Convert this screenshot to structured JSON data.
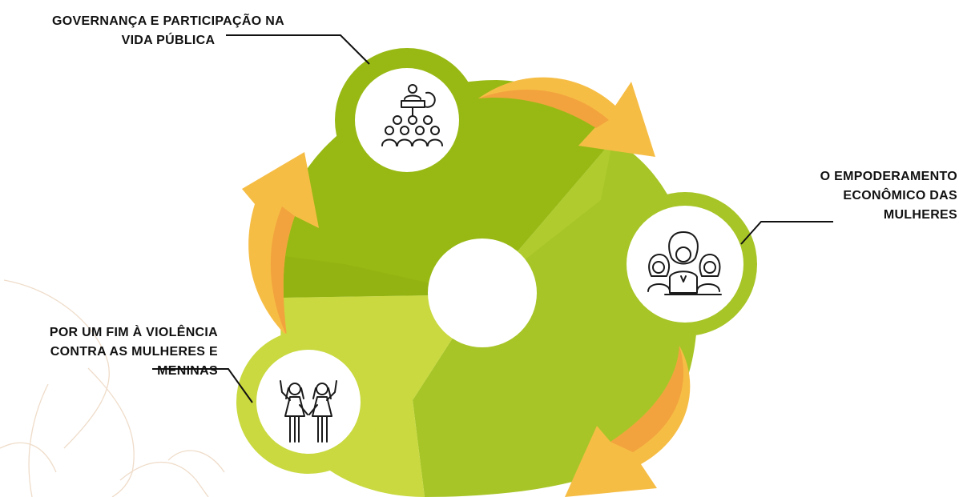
{
  "topics": [
    {
      "id": "governance",
      "lines": [
        "GOVERNANÇA E PARTICIPAÇÃO NA",
        "VIDA PÚBLICA"
      ],
      "icon": "speaker-audience-icon"
    },
    {
      "id": "economic",
      "lines": [
        "O EMPODERAMENTO",
        "ECONÔMICO DAS",
        "MULHERES"
      ],
      "icon": "women-group-icon"
    },
    {
      "id": "violence",
      "lines": [
        "POR UM FIM À VIOLÊNCIA",
        "CONTRA AS MULHERES E",
        "MENINAS"
      ],
      "icon": "two-girls-icon"
    }
  ],
  "colors": {
    "green_dark": "#98b914",
    "green_mid": "#a7c527",
    "green_light": "#c9d93f",
    "arrow_orange": "#f2a33d",
    "arrow_yellow": "#f6bd45",
    "text": "#111111"
  }
}
